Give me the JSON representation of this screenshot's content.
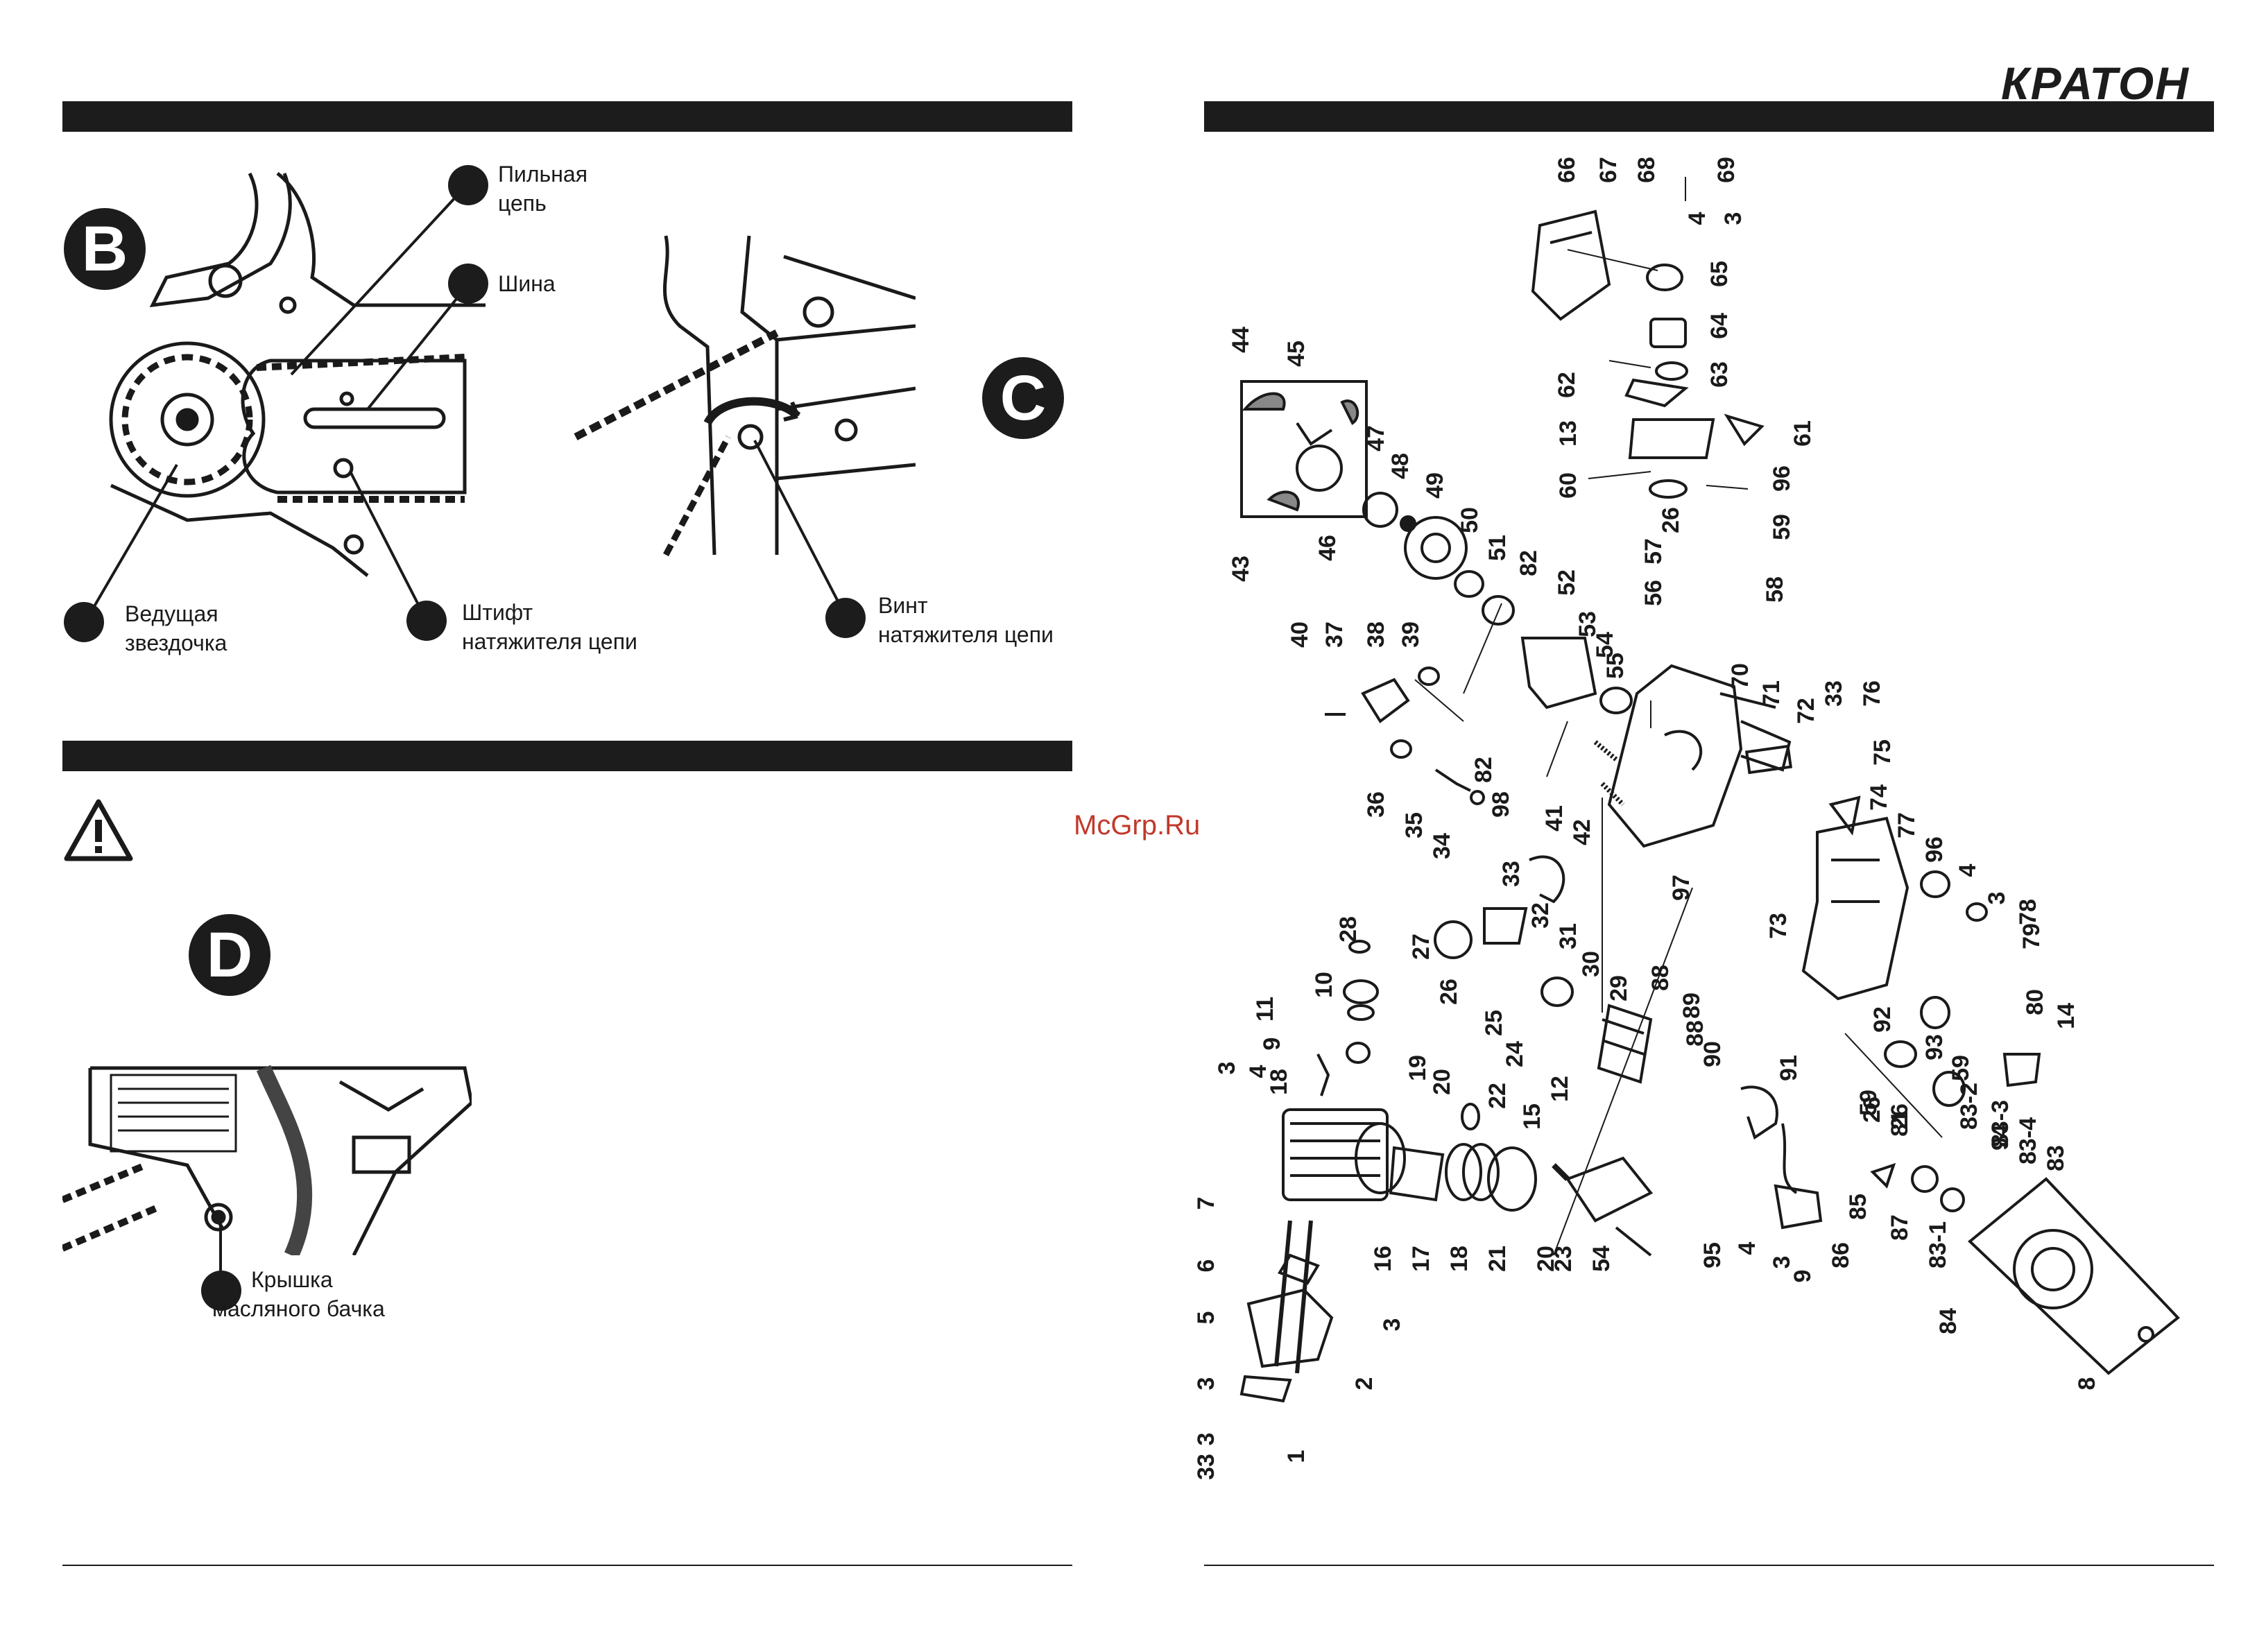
{
  "brand": {
    "logo": "КРАТОН"
  },
  "watermark": "McGrp.Ru",
  "figure_b": {
    "badge": "B",
    "callouts": {
      "chain": [
        "Пильная",
        "цепь"
      ],
      "bar": "Шина",
      "sprocket": [
        "Ведущая",
        "звездочка"
      ],
      "pin": [
        "Штифт",
        "натяжителя цепи"
      ]
    }
  },
  "figure_c": {
    "badge": "C",
    "callouts": {
      "screw": [
        "Винт",
        "натяжителя цепи"
      ]
    }
  },
  "figure_d": {
    "badge": "D",
    "callouts": {
      "oil_cap": [
        "Крышка",
        "масляного бачка"
      ]
    }
  },
  "parts_diagram": {
    "part_numbers": [
      "66",
      "67",
      "68",
      "69",
      "4",
      "3",
      "65",
      "64",
      "63",
      "62",
      "13",
      "60",
      "61",
      "96",
      "59",
      "26",
      "57",
      "56",
      "58",
      "44",
      "45",
      "43",
      "46",
      "47",
      "48",
      "49",
      "50",
      "51",
      "82",
      "52",
      "53",
      "54",
      "55",
      "70",
      "71",
      "72",
      "33",
      "76",
      "75",
      "74",
      "77",
      "40",
      "37",
      "38",
      "39",
      "82",
      "36",
      "35",
      "34",
      "98",
      "41",
      "42",
      "33",
      "32",
      "31",
      "30",
      "29",
      "97",
      "88",
      "89",
      "88",
      "90",
      "73",
      "91",
      "59",
      "26",
      "96",
      "4",
      "3",
      "78",
      "79",
      "80",
      "14",
      "28",
      "27",
      "26",
      "25",
      "24",
      "12",
      "10",
      "11",
      "9",
      "3",
      "4",
      "18",
      "19",
      "20",
      "22",
      "15",
      "16",
      "17",
      "18",
      "21",
      "20",
      "23",
      "54",
      "92",
      "93",
      "59",
      "26",
      "81",
      "94",
      "95",
      "4",
      "3",
      "9",
      "86",
      "85",
      "87",
      "83-1",
      "83-2",
      "83-3",
      "83-4",
      "83",
      "84",
      "8",
      "7",
      "6",
      "5",
      "3",
      "3",
      "2",
      "33",
      "1",
      "3"
    ]
  }
}
